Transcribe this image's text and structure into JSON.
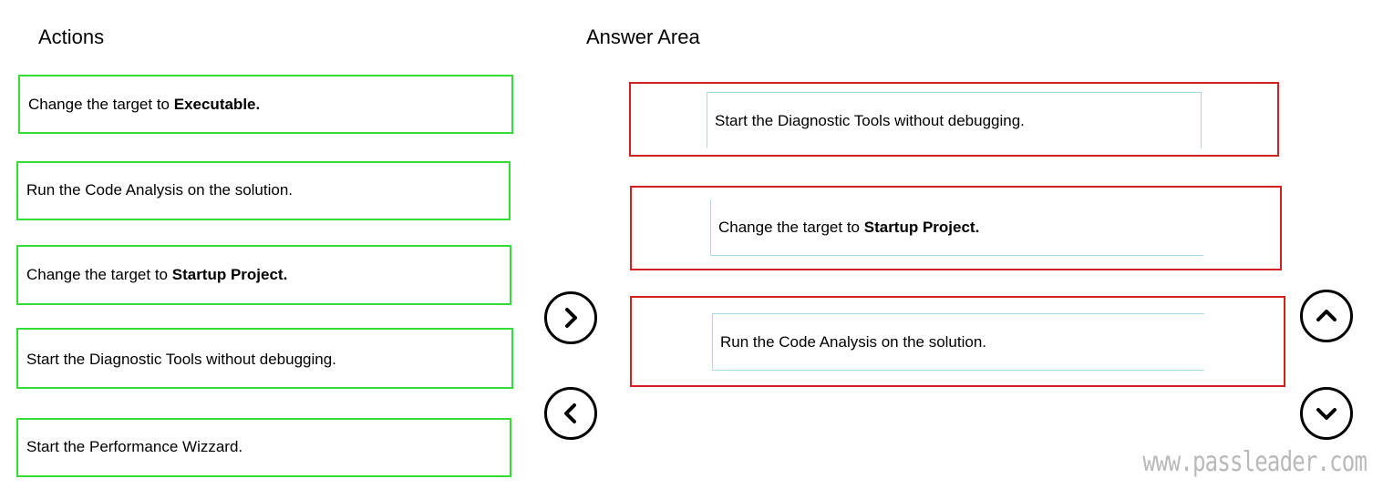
{
  "headings": {
    "actions": "Actions",
    "answer_area": "Answer Area"
  },
  "actions": [
    {
      "prefix": "Change the target to ",
      "bold": "Executable."
    },
    {
      "prefix": "Run the Code Analysis on the solution.",
      "bold": ""
    },
    {
      "prefix": "Change the target to ",
      "bold": "Startup Project."
    },
    {
      "prefix": "Start the Diagnostic Tools without debugging.",
      "bold": ""
    },
    {
      "prefix": "Start the Performance Wizzard.",
      "bold": ""
    }
  ],
  "answers": [
    {
      "prefix": "Start the Diagnostic Tools without debugging.",
      "bold": ""
    },
    {
      "prefix": "Change the target to ",
      "bold": "Startup Project."
    },
    {
      "prefix": "Run the Code Analysis on the solution.",
      "bold": ""
    }
  ],
  "icons": {
    "move_right": "chevron-right-icon",
    "move_left": "chevron-left-icon",
    "move_up": "chevron-up-icon",
    "move_down": "chevron-down-icon"
  },
  "colors": {
    "action_border": "#33dd33",
    "answer_border": "#d42020",
    "answer_inner_border": "#a8dbe8"
  },
  "watermark": "www.passleader.com"
}
